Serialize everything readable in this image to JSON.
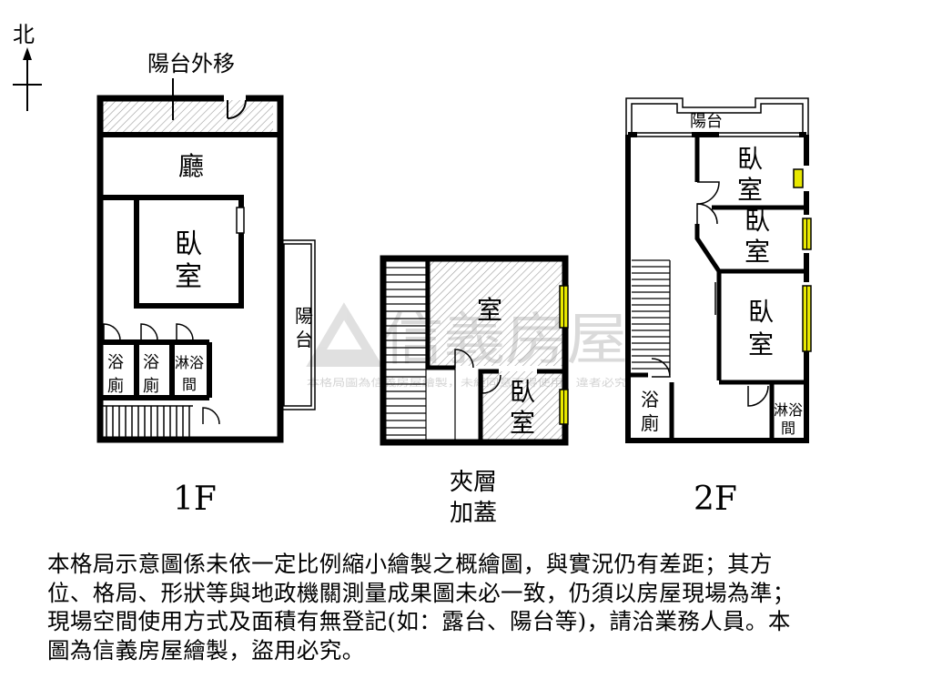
{
  "compass": {
    "north_label": "北"
  },
  "floor_1f": {
    "floor_label": "1F",
    "balcony_moved_out": "陽台外移",
    "living_room": "廳",
    "bedroom": [
      "臥",
      "室"
    ],
    "balcony": [
      "陽",
      "台"
    ],
    "bathroom_1": [
      "浴",
      "廁"
    ],
    "bathroom_2": [
      "浴",
      "廁"
    ],
    "shower_room": [
      "淋浴",
      "間"
    ]
  },
  "mezzanine": {
    "floor_label": [
      "夾層",
      "加蓋"
    ],
    "room": "室",
    "bedroom": [
      "臥",
      "室"
    ]
  },
  "floor_2f": {
    "floor_label": "2F",
    "balcony": "陽台",
    "bedroom_1": [
      "臥",
      "室"
    ],
    "bedroom_2": [
      "臥",
      "室"
    ],
    "bedroom_3": [
      "臥",
      "室"
    ],
    "bathroom": [
      "浴",
      "廁"
    ],
    "shower_room": [
      "淋浴",
      "間"
    ]
  },
  "watermark": {
    "brand": "信義房屋",
    "notice": "本格局圖為信義房屋繪製，未經同意不得使用，違者必究"
  },
  "disclaimer": {
    "lines": [
      "本格局示意圖係未依一定比例縮小繪製之概繪圖，與實況仍有差距；其方",
      "位、格局、形狀等與地政機關測量成果圖未必一致，仍須以房屋現場為準；",
      "現場空間使用方式及面積有無登記(如：露台、陽台等)，請洽業務人員。本",
      "圖為信義房屋繪製，盜用必究。"
    ]
  },
  "colors": {
    "wall": "#000000",
    "window": "#e8e800",
    "hatch": "#9a9a9a",
    "watermark": "#bfbfbf"
  }
}
